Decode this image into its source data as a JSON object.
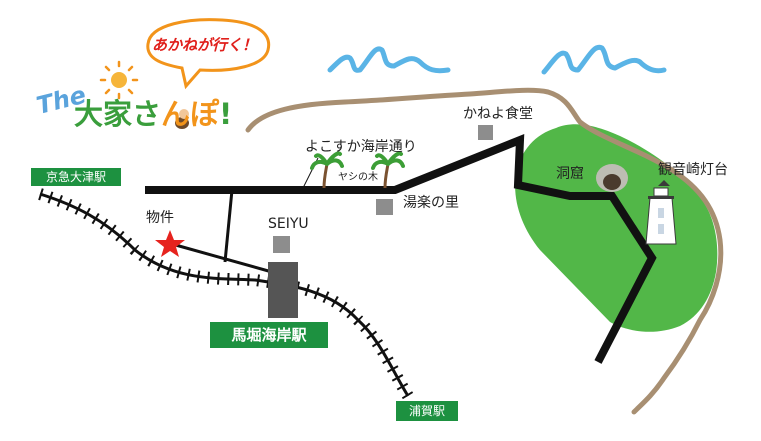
{
  "logo": {
    "bubble": "あかねが行く！",
    "the": "The",
    "title_part1": "大家さ",
    "title_part2": "んぽ",
    "title_part3": "!"
  },
  "roads": {
    "yokosuka_kaigan": "よこすか海岸通り",
    "palm_trees": "ヤシの木"
  },
  "landmarks": {
    "property": "物件",
    "seiyu": "SEIYU",
    "yurakunosato": "湯楽の里",
    "kaneyo": "かねよ食堂",
    "cave": "洞窟",
    "lighthouse": "観音崎灯台"
  },
  "stations": {
    "keikyu_otsu": "京急大津駅",
    "maborikaigan": "馬堀海岸駅",
    "uraga": "浦賀駅"
  },
  "colors": {
    "sea_waves": "#5ab4e6",
    "coastline": "#a88f72",
    "park_green": "#52b748",
    "road": "#111111",
    "rail": "#111111",
    "station_sign": "#1d9140",
    "marker_star": "#e6231e",
    "building": "#8d8d8d"
  },
  "icons": [
    "star-marker-icon",
    "building-icon",
    "palm-tree-icon",
    "lighthouse-icon",
    "cave-icon",
    "sun-icon",
    "wave-icon"
  ]
}
